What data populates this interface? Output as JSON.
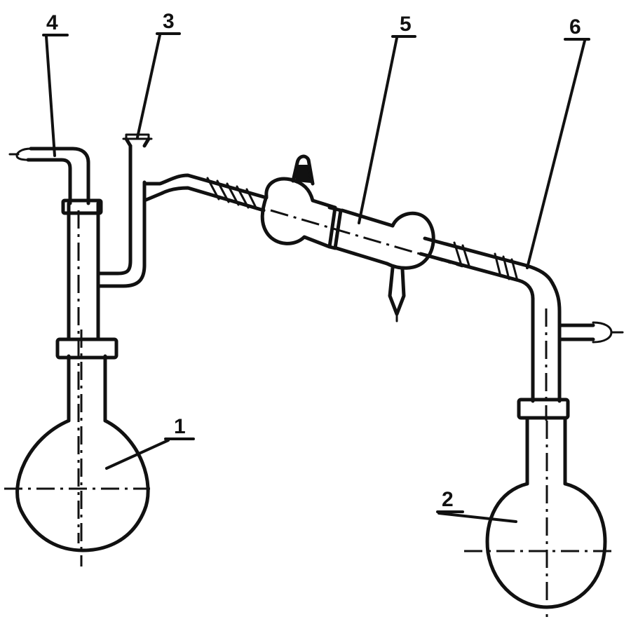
{
  "labels": {
    "round_bottom_flask": "1",
    "receiving_flask": "2",
    "thermometer_adapter": "3",
    "inlet_tube": "4",
    "condenser": "5",
    "outlet_adapter": "6"
  },
  "colors": {
    "line": "#111111",
    "background": "#ffffff"
  }
}
